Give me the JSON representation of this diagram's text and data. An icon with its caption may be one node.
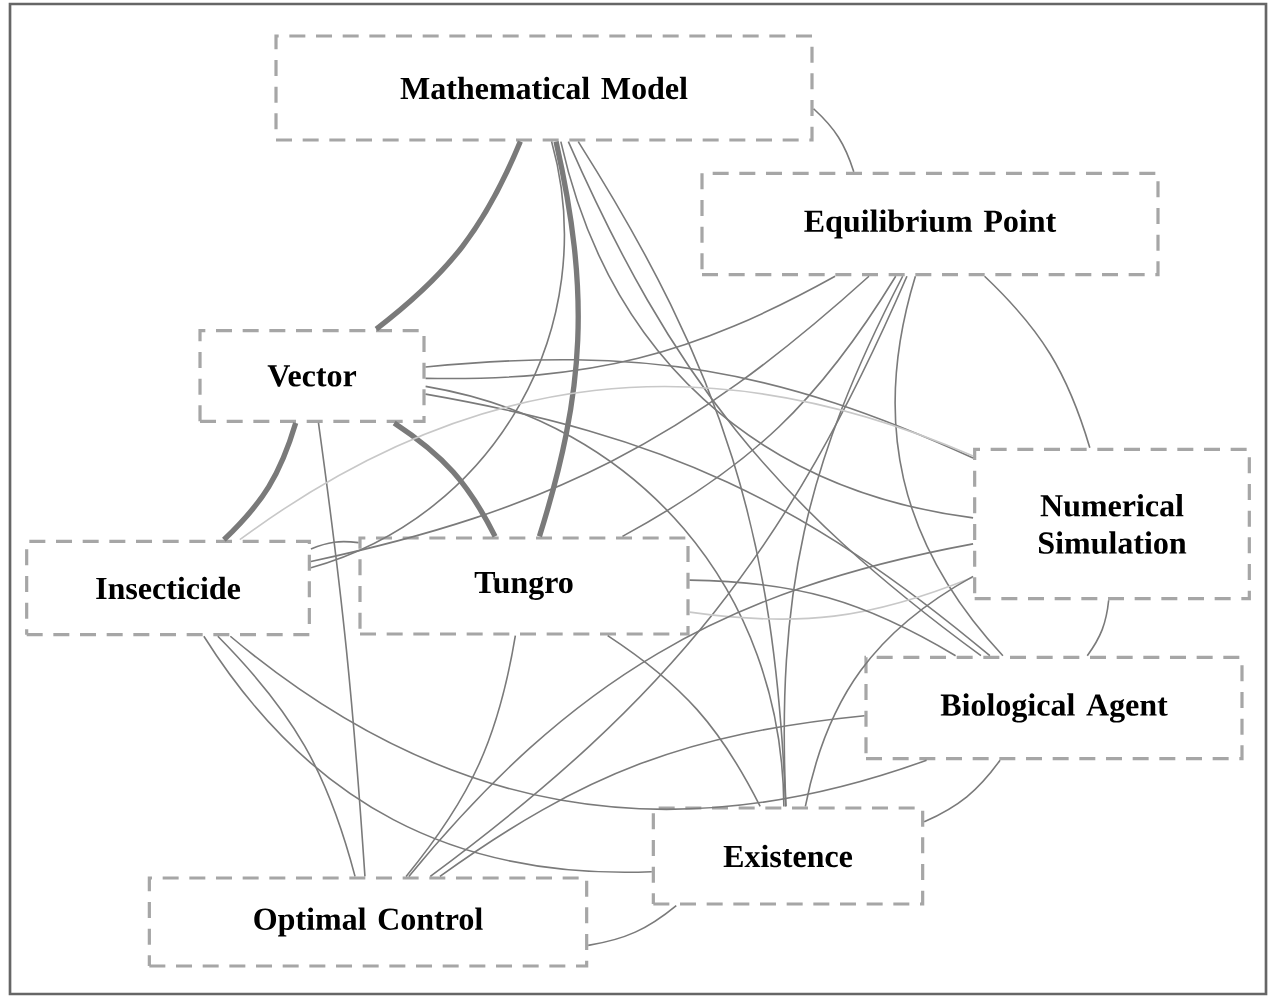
{
  "diagram": {
    "nodes": [
      {
        "text": [
          "Mathematical Model"
        ]
      },
      {
        "text": [
          "Equilibrium Point"
        ]
      },
      {
        "text": [
          "Vector"
        ]
      },
      {
        "text": [
          "Numerical Simulation"
        ]
      },
      {
        "text": [
          "Insecticide"
        ]
      },
      {
        "text": [
          "Tungro"
        ]
      },
      {
        "text": [
          "Biological Agent"
        ]
      },
      {
        "text": [
          "Existence"
        ]
      },
      {
        "text": [
          "Optimal Control"
        ]
      }
    ],
    "edges": [
      {
        "from": 0,
        "to": 1,
        "arrow": "none"
      },
      {
        "from": 0,
        "to": 2,
        "arrow": "none",
        "style": "thick"
      },
      {
        "from": 0,
        "to": 3,
        "arrow": "none"
      },
      {
        "from": 0,
        "to": 4,
        "arrow": "none"
      },
      {
        "from": 0,
        "to": 5,
        "arrow": "none",
        "style": "thick"
      },
      {
        "from": 0,
        "to": 6,
        "arrow": "none"
      },
      {
        "from": 0,
        "to": 7,
        "arrow": "none"
      },
      {
        "from": 1,
        "to": 2,
        "arrow": "none"
      },
      {
        "from": 1,
        "to": 3,
        "arrow": "none"
      },
      {
        "from": 1,
        "to": 4,
        "arrow": "none"
      },
      {
        "from": 1,
        "to": 5,
        "arrow": "none"
      },
      {
        "from": 1,
        "to": 6,
        "arrow": "none"
      },
      {
        "from": 1,
        "to": 7,
        "arrow": "none"
      },
      {
        "from": 1,
        "to": 8,
        "arrow": "none"
      },
      {
        "from": 2,
        "to": 3,
        "arrow": "none"
      },
      {
        "from": 2,
        "to": 4,
        "arrow": "none",
        "style": "thick"
      },
      {
        "from": 2,
        "to": 5,
        "arrow": "none",
        "style": "thick"
      },
      {
        "from": 2,
        "to": 6,
        "arrow": "none"
      },
      {
        "from": 2,
        "to": 7,
        "arrow": "none"
      },
      {
        "from": 2,
        "to": 8,
        "arrow": "none"
      },
      {
        "from": 3,
        "to": 4,
        "arrow": "none",
        "color": "#c8c8c8"
      },
      {
        "from": 3,
        "to": 5,
        "arrow": "none",
        "color": "#c8c8c8"
      },
      {
        "from": 3,
        "to": 6,
        "arrow": "none"
      },
      {
        "from": 3,
        "to": 7,
        "arrow": "none"
      },
      {
        "from": 3,
        "to": 8,
        "arrow": "none"
      },
      {
        "from": 4,
        "to": 5,
        "arrow": "none"
      },
      {
        "from": 4,
        "to": 6,
        "arrow": "none"
      },
      {
        "from": 4,
        "to": 7,
        "arrow": "none"
      },
      {
        "from": 4,
        "to": 8,
        "arrow": "none"
      },
      {
        "from": 5,
        "to": 6,
        "arrow": "none"
      },
      {
        "from": 5,
        "to": 7,
        "arrow": "none"
      },
      {
        "from": 5,
        "to": 8,
        "arrow": "none"
      },
      {
        "from": 6,
        "to": 7,
        "arrow": "none"
      },
      {
        "from": 6,
        "to": 8,
        "arrow": "none"
      },
      {
        "from": 7,
        "to": 8,
        "arrow": "none"
      }
    ]
  }
}
